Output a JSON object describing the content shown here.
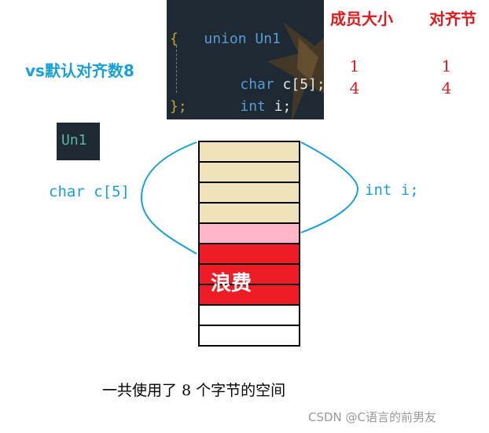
{
  "code": {
    "line1_kw": "union",
    "line1_name": " Un1",
    "line2": "{",
    "line3_kw": "char",
    "line3_rest": " c[5];",
    "line4_kw": "int",
    "line4_rest": " i;",
    "line5": "};"
  },
  "table": {
    "col1_header": "成员大小",
    "col2_header": "对齐节",
    "rows": [
      {
        "size": "1",
        "align": "1"
      },
      {
        "size": "4",
        "align": "4"
      }
    ]
  },
  "vs_label": "vs默认对齐数8",
  "badge": "Un1",
  "left_label": "char c[5]",
  "right_label": "int i;",
  "memory": {
    "cells": [
      {
        "state": "used",
        "color": "#efe3bb"
      },
      {
        "state": "used",
        "color": "#efe3bb"
      },
      {
        "state": "used",
        "color": "#efe3bb"
      },
      {
        "state": "used",
        "color": "#efe3bb"
      },
      {
        "state": "used",
        "color": "#ffb6cb"
      },
      {
        "state": "waste",
        "color": "#ee1c25"
      },
      {
        "state": "waste",
        "color": "#ee1c25"
      },
      {
        "state": "waste",
        "color": "#ee1c25"
      },
      {
        "state": "empty",
        "color": "#ffffff"
      },
      {
        "state": "empty",
        "color": "#ffffff"
      }
    ],
    "waste_label": "浪费"
  },
  "summary": "一共使用了 8 个字节的空间",
  "watermark": "CSDN @C语言的前男友",
  "colors": {
    "accent_blue": "#1aa0d8",
    "accent_red": "#e0191c",
    "code_bg": "#1e2a33"
  }
}
